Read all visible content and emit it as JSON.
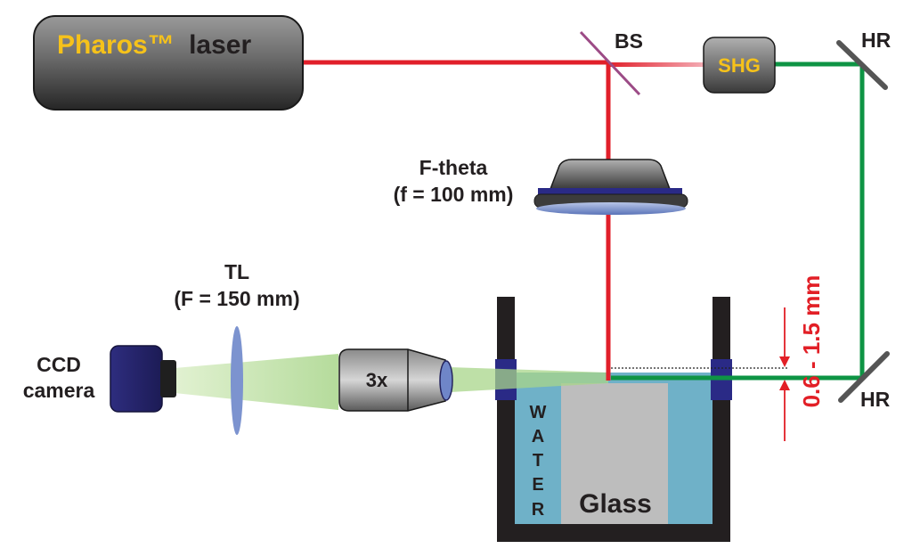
{
  "labels": {
    "laser_brand": "Pharos™",
    "laser_word": "laser",
    "beam_splitter": "BS",
    "shg": "SHG",
    "mirror_top": "HR",
    "mirror_bottom": "HR",
    "ftheta_line1": "F-theta",
    "ftheta_line2": "(f = 100 mm)",
    "tube_lens_line1": "TL",
    "tube_lens_line2": "(F = 150 mm)",
    "camera_line1": "CCD",
    "camera_line2": "camera",
    "objective": "3x",
    "water": [
      "W",
      "A",
      "T",
      "E",
      "R"
    ],
    "glass": "Glass",
    "depth": "0.6 - 1.5 mm"
  },
  "colors": {
    "red_beam": "#e11f2a",
    "green_beam": "#0e9444",
    "laser_yellow": "#f6c21a",
    "depth_red": "#e21f26",
    "water": "#6fb1c8",
    "glass": "#bdbdbd",
    "container": "#231f20",
    "camera": "#2e2d7f",
    "lens_blue": "#7c93cf"
  }
}
